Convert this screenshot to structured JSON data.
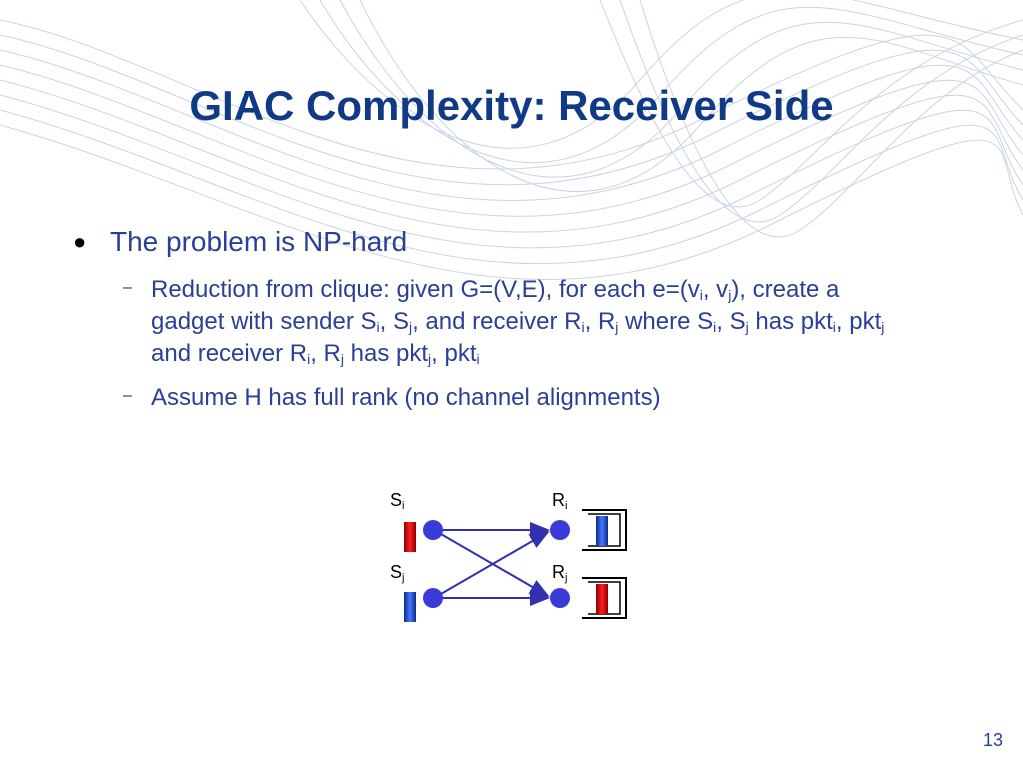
{
  "slide": {
    "title": "GIAC Complexity: Receiver Side",
    "bullet1": "The problem is NP-hard",
    "sub1": {
      "t1": "Reduction from clique: given G=(V,E), for each e=(v",
      "s1": "i",
      "t2": ", v",
      "s2": "j",
      "t3": "), create a gadget with sender S",
      "s3": "i",
      "t4": ", S",
      "s4": "j",
      "t5": ", and receiver R",
      "s5": "i",
      "t6": ", R",
      "s6": "j",
      "t7": " where S",
      "s7": "i",
      "t8": ", S",
      "s8": "j",
      "t9": " has pkt",
      "s9": "i",
      "t10": ", pkt",
      "s10": "j",
      "t11": " and receiver R",
      "s11": "i",
      "t12": ", R",
      "s12": "j",
      "t13": " has pkt",
      "s13": "j",
      "t14": ", pkt",
      "s14": "i"
    },
    "sub2": "Assume H has full rank (no channel alignments)",
    "page_number": "13"
  },
  "diagram": {
    "sender_i": {
      "base": "S",
      "sub": "i"
    },
    "sender_j": {
      "base": "S",
      "sub": "j"
    },
    "receiver_i": {
      "base": "R",
      "sub": "i"
    },
    "receiver_j": {
      "base": "R",
      "sub": "j"
    },
    "colors": {
      "node": "#3a3ad8",
      "edge": "#3030b0",
      "red_packet": "#e01010",
      "blue_packet": "#1a40c8"
    }
  }
}
